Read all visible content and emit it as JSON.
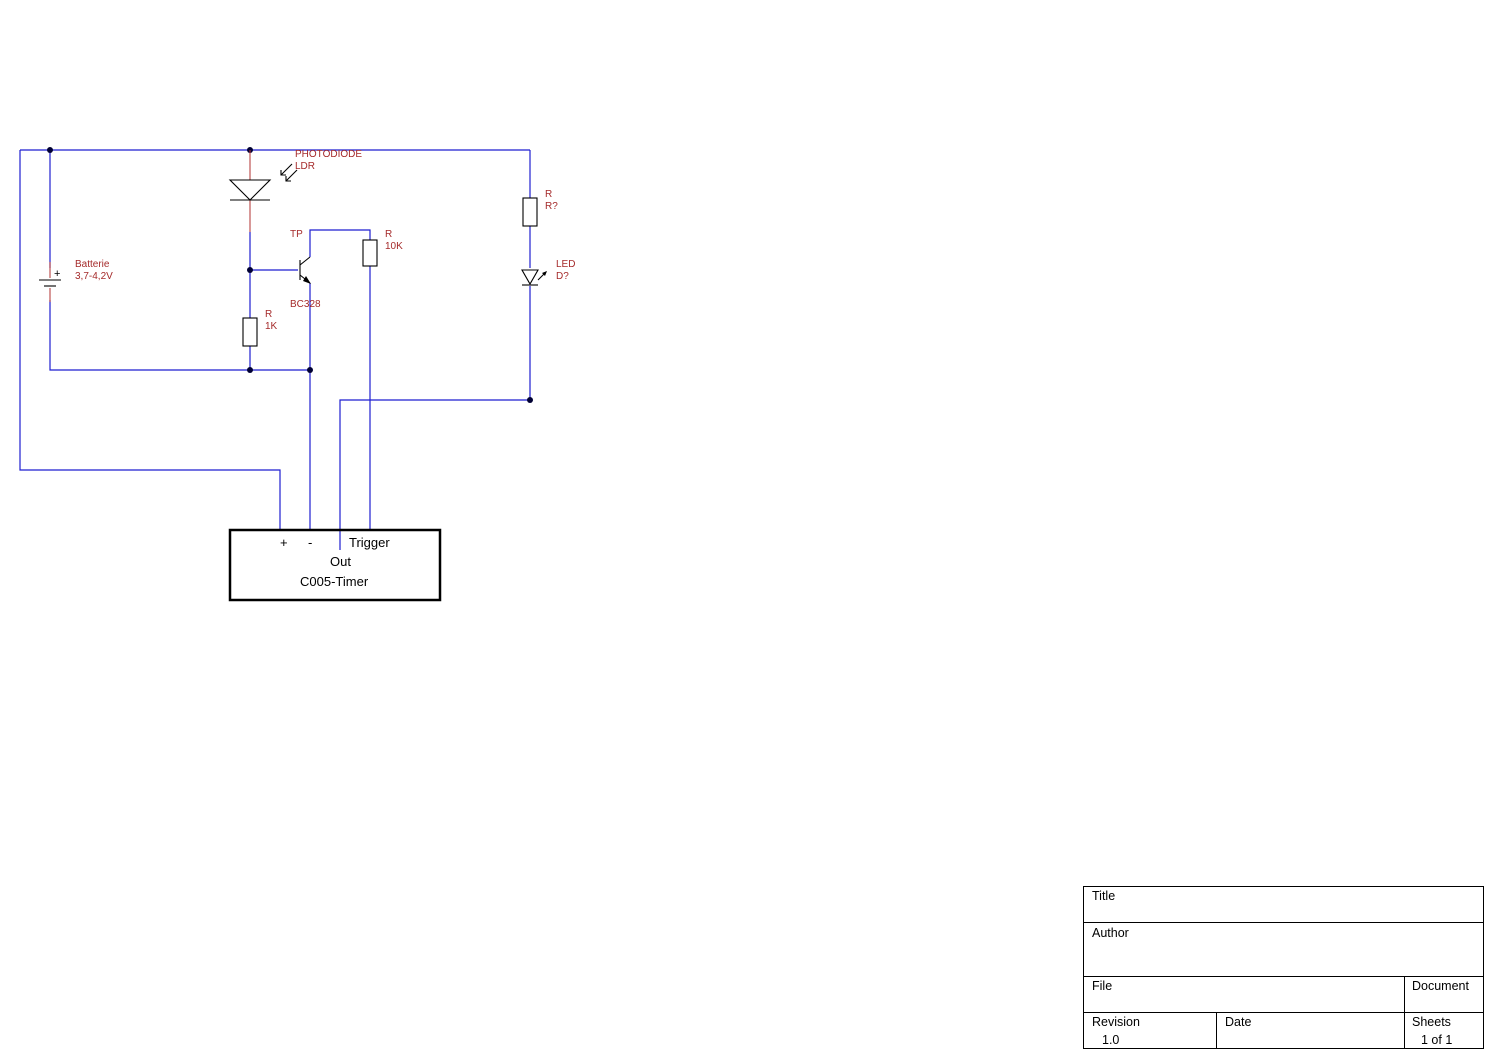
{
  "schematic": {
    "photodiode": {
      "name": "PHOTODIODE",
      "value": "LDR"
    },
    "battery": {
      "name": "Batterie",
      "value": "3,7-4,2V",
      "polarity": "+"
    },
    "transistor": {
      "name": "TP",
      "value": "BC328"
    },
    "resistor_collector": {
      "name": "R",
      "value": "10K"
    },
    "resistor_base": {
      "name": "R",
      "value": "1K"
    },
    "resistor_led": {
      "name": "R",
      "value": "R?"
    },
    "led": {
      "name": "LED",
      "value": "D?"
    },
    "timer": {
      "pin_plus": "+",
      "pin_minus": "-",
      "pin_trigger": "Trigger",
      "pin_out": "Out",
      "name": "C005-Timer"
    }
  },
  "title_block": {
    "title_label": "Title",
    "author_label": "Author",
    "file_label": "File",
    "document_label": "Document",
    "revision_label": "Revision",
    "revision_value": "1.0",
    "date_label": "Date",
    "sheets_label": "Sheets",
    "sheets_value": "1 of 1"
  },
  "colors": {
    "wire": "#1f1fd0",
    "label": "#a52a2a",
    "component": "#000000",
    "background": "#ffffff"
  }
}
